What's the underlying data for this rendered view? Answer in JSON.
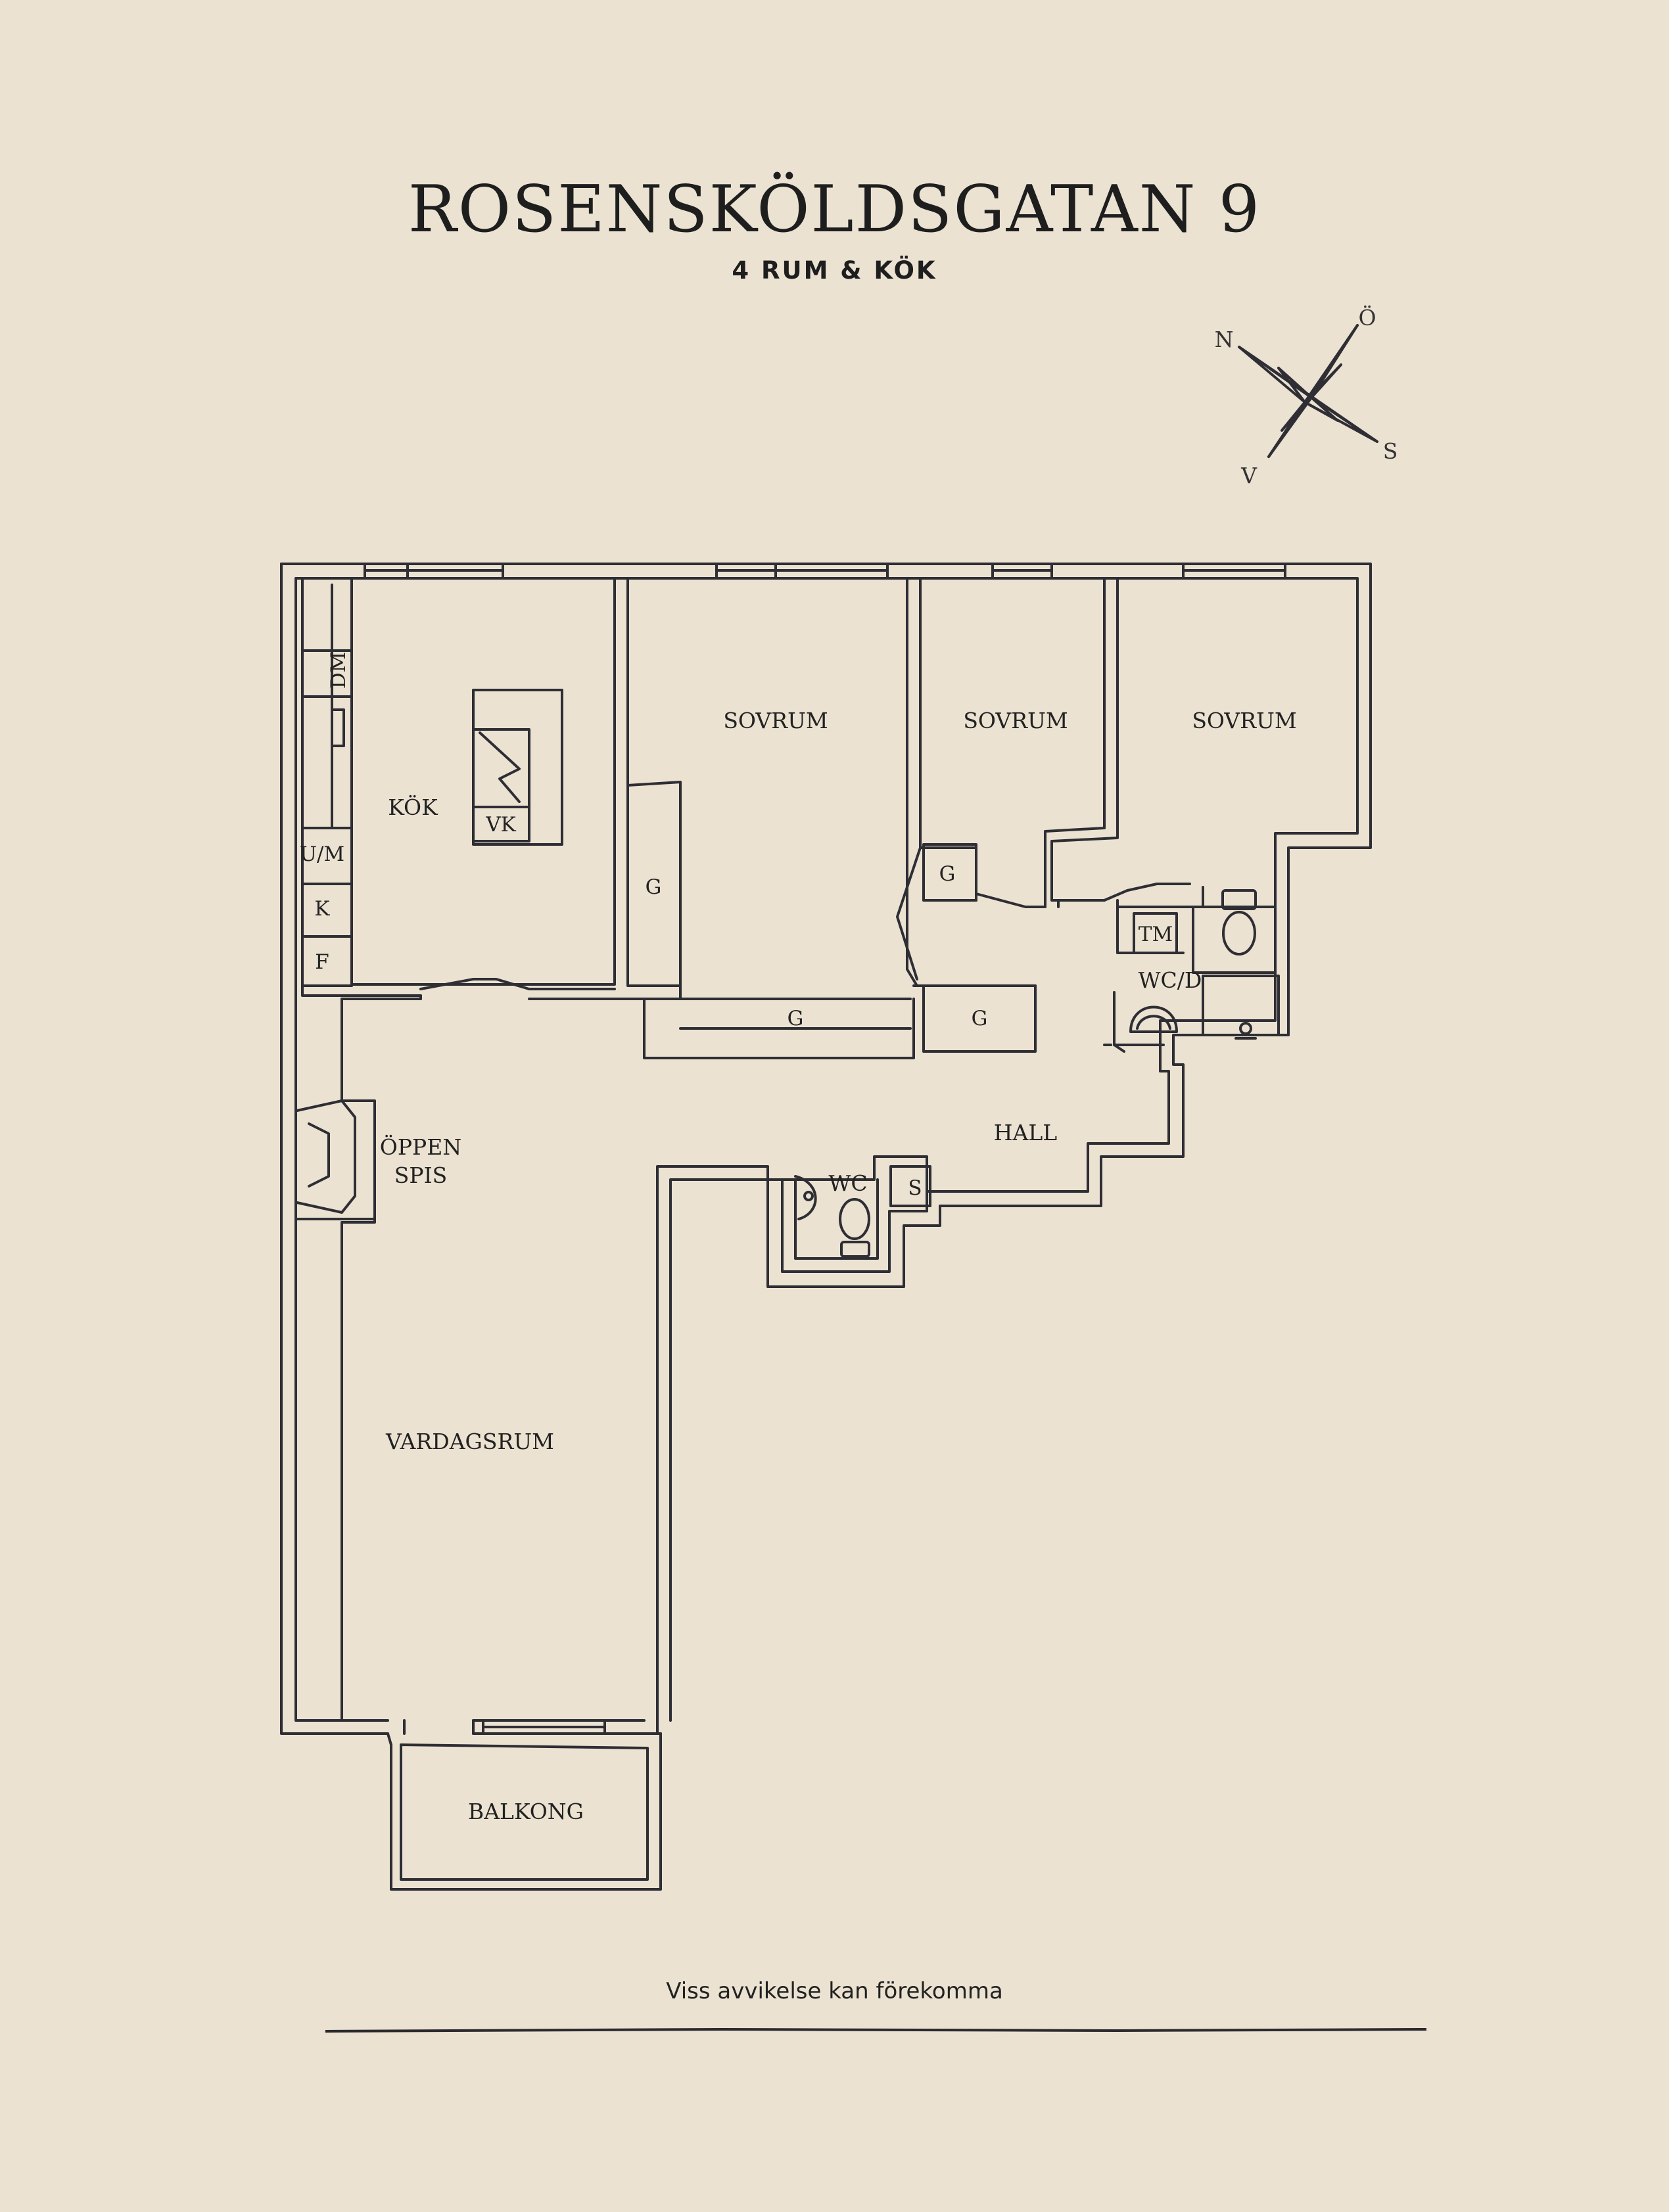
{
  "header": {
    "title": "ROSENSKÖLDSGATAN 9",
    "subtitle": "4 RUM & KÖK"
  },
  "compass": {
    "n": "N",
    "o": "Ö",
    "s": "S",
    "v": "V"
  },
  "rooms": {
    "kitchen": "KÖK",
    "dishwasher": "DM",
    "stove": "VK",
    "um": "U/M",
    "k": "K",
    "f": "F",
    "bedroom1": "SOVRUM",
    "bedroom2": "SOVRUM",
    "bedroom3": "SOVRUM",
    "wardrobe": "G",
    "tm": "TM",
    "wcd": "WC/D",
    "fireplace_line1": "ÖPPEN",
    "fireplace_line2": "SPIS",
    "hall": "HALL",
    "wc": "WC",
    "s": "S",
    "living": "VARDAGSRUM",
    "balcony": "BALKONG"
  },
  "footer": {
    "note": "Viss avvikelse kan förekomma"
  },
  "colors": {
    "background": "#ebe2d2",
    "ink": "#2a2a2e"
  }
}
